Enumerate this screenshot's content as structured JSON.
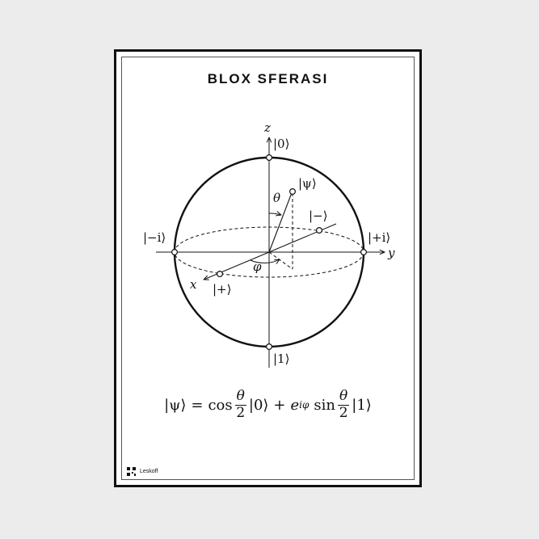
{
  "poster": {
    "title": "BLOX SFERASI",
    "brand": "Leskoff"
  },
  "diagram": {
    "axes": {
      "z": "z",
      "y": "y",
      "x": "x"
    },
    "states": {
      "zero": "|0⟩",
      "one": "|1⟩",
      "plus_i": "|+i⟩",
      "minus_i": "|−i⟩",
      "plus": "|+⟩",
      "minus": "|−⟩",
      "psi": "|ψ⟩"
    },
    "angles": {
      "theta": "θ",
      "phi": "φ"
    }
  },
  "formula": {
    "lhs": "|ψ⟩",
    "equals": "=",
    "cos": "cos",
    "theta": "θ",
    "two": "2",
    "ket0": "|0⟩",
    "plus": "+",
    "e": "e",
    "exponent": "iφ",
    "sin": "sin",
    "ket1": "|1⟩"
  },
  "colors": {
    "ink": "#111111",
    "paper": "#ffffff",
    "background": "#ececec"
  }
}
